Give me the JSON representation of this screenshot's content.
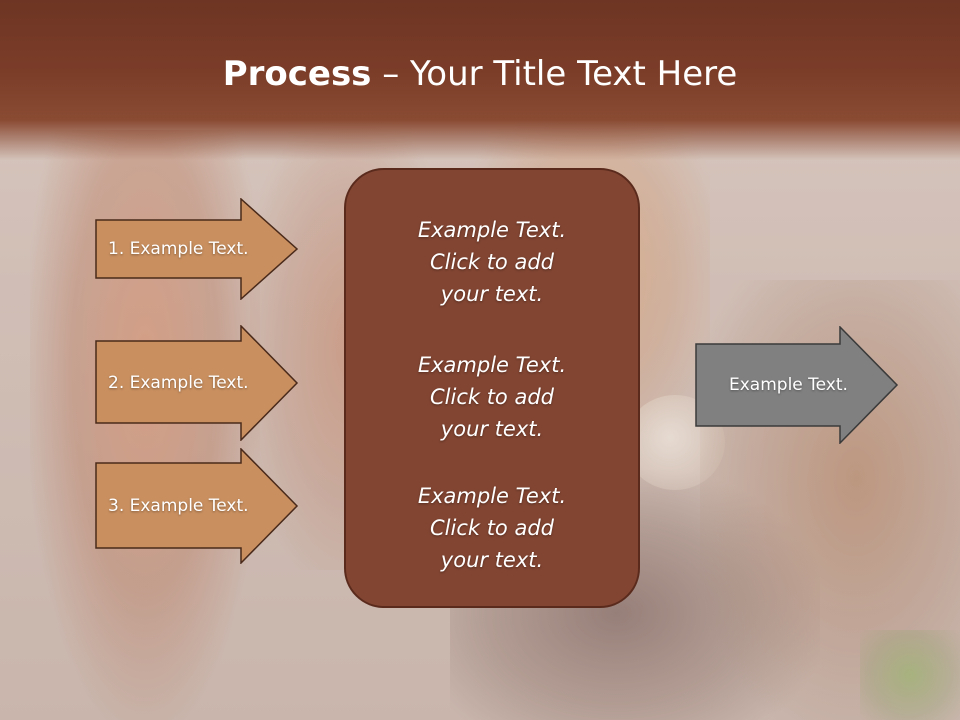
{
  "title": {
    "bold": "Process",
    "rest": " – Your Title Text Here"
  },
  "left_arrows": [
    {
      "label": "1. Example Text."
    },
    {
      "label": "2. Example Text."
    },
    {
      "label": "3. Example Text."
    }
  ],
  "center_box": {
    "blocks": [
      {
        "line1": "Example Text.",
        "line2": "Click  to add",
        "line3": "your text."
      },
      {
        "line1": "Example Text.",
        "line2": "Click  to add",
        "line3": "your text."
      },
      {
        "line1": "Example Text.",
        "line2": "Click  to add",
        "line3": "your text."
      }
    ]
  },
  "right_arrow": {
    "label": "Example Text."
  },
  "colors": {
    "title_band": "#7b3d28",
    "left_arrow_fill": "#c98f5f",
    "center_box_fill": "#824532",
    "right_arrow_fill": "#808080"
  }
}
